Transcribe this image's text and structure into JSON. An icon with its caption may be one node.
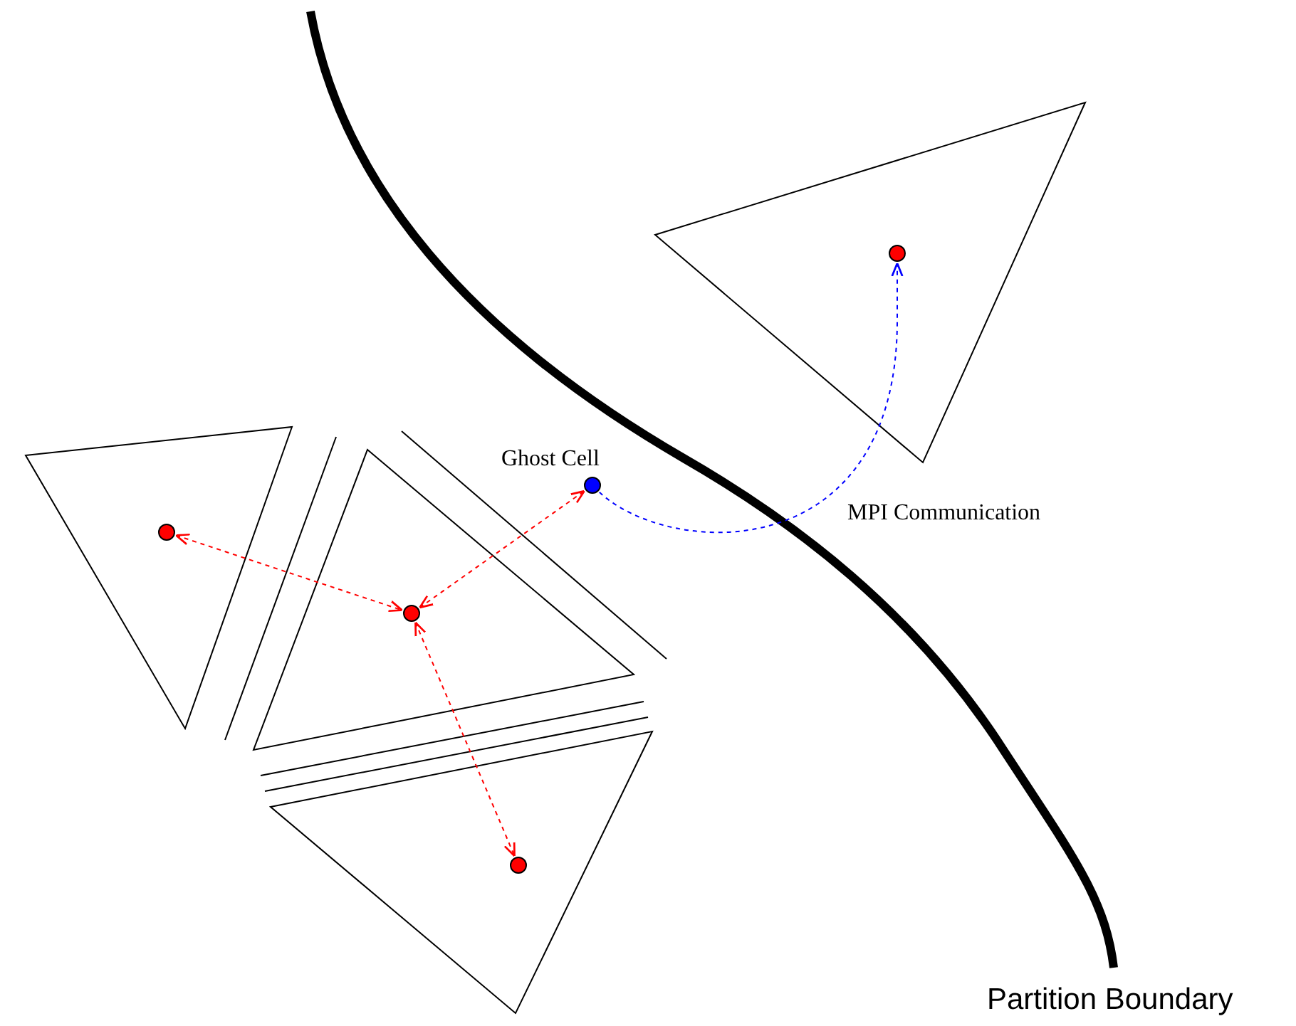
{
  "diagram": {
    "nodes": [
      {
        "text": [],
        "shape": "triangle"
      },
      {
        "text": [],
        "shape": "circle",
        "in": 0
      },
      {
        "text": [],
        "shape": "triangle"
      },
      {
        "text": [],
        "shape": "circle",
        "in": 2
      },
      {
        "text": [],
        "shape": "circle",
        "beside": [
          "Ghost Cell"
        ]
      },
      {
        "text": [],
        "shape": "triangle"
      },
      {
        "text": [],
        "shape": "circle",
        "in": 5
      },
      {
        "text": [],
        "shape": "triangle"
      },
      {
        "text": [],
        "shape": "circle",
        "in": 7
      }
    ],
    "edges": [
      {
        "from": 3,
        "to": 6,
        "arrow": "both",
        "style": "dashed"
      },
      {
        "from": 6,
        "to": 4,
        "arrow": "both",
        "style": "dashed"
      },
      {
        "from": 6,
        "to": 8,
        "arrow": "both",
        "style": "dashed"
      },
      {
        "from": 4,
        "to": 1,
        "arrow": "to",
        "style": "dashed",
        "color": "#0000ff",
        "label": "MPI Communication"
      }
    ],
    "labels": [
      "Partition Boundary"
    ]
  }
}
